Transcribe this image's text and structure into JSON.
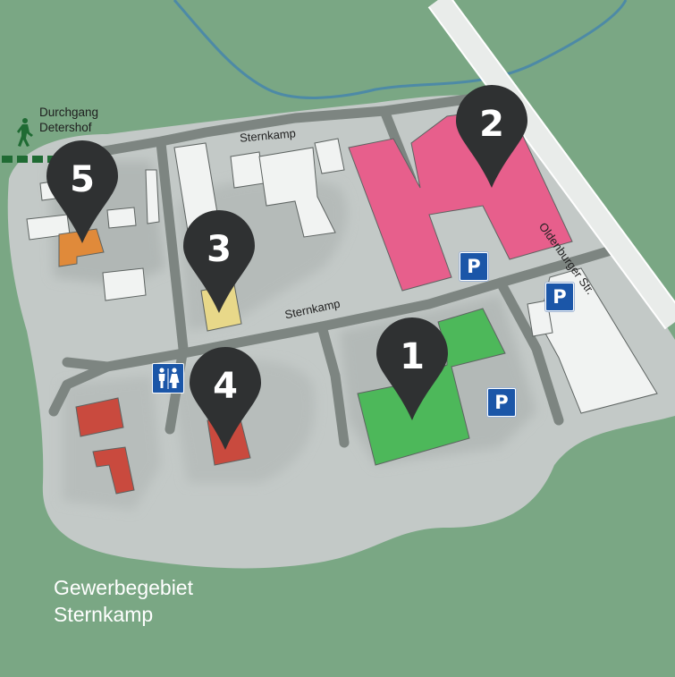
{
  "map": {
    "title_line1": "Gewerbegebiet",
    "title_line2": "Sternkamp",
    "streets": {
      "north": "Sternkamp",
      "middle": "Sternkamp",
      "east": "Oldenburger Str."
    },
    "footpath": {
      "line1": "Durchgang",
      "line2": "Detershof",
      "icon": "walking-person-icon"
    },
    "pins": [
      {
        "number": "1",
        "building_color": "#4db85a"
      },
      {
        "number": "2",
        "building_color": "#e75f8c"
      },
      {
        "number": "3",
        "building_color": "#e8d889"
      },
      {
        "number": "4",
        "building_color": "#c94a3e"
      },
      {
        "number": "5",
        "building_color": "#e08a3a"
      }
    ],
    "parking_label": "P",
    "restroom_icon": "restroom-icon",
    "colors": {
      "land": "#7aa784",
      "area": "#c3c9c7",
      "road": "#7d8581",
      "river": "#4d8aa6",
      "pin": "#2f3132"
    }
  }
}
